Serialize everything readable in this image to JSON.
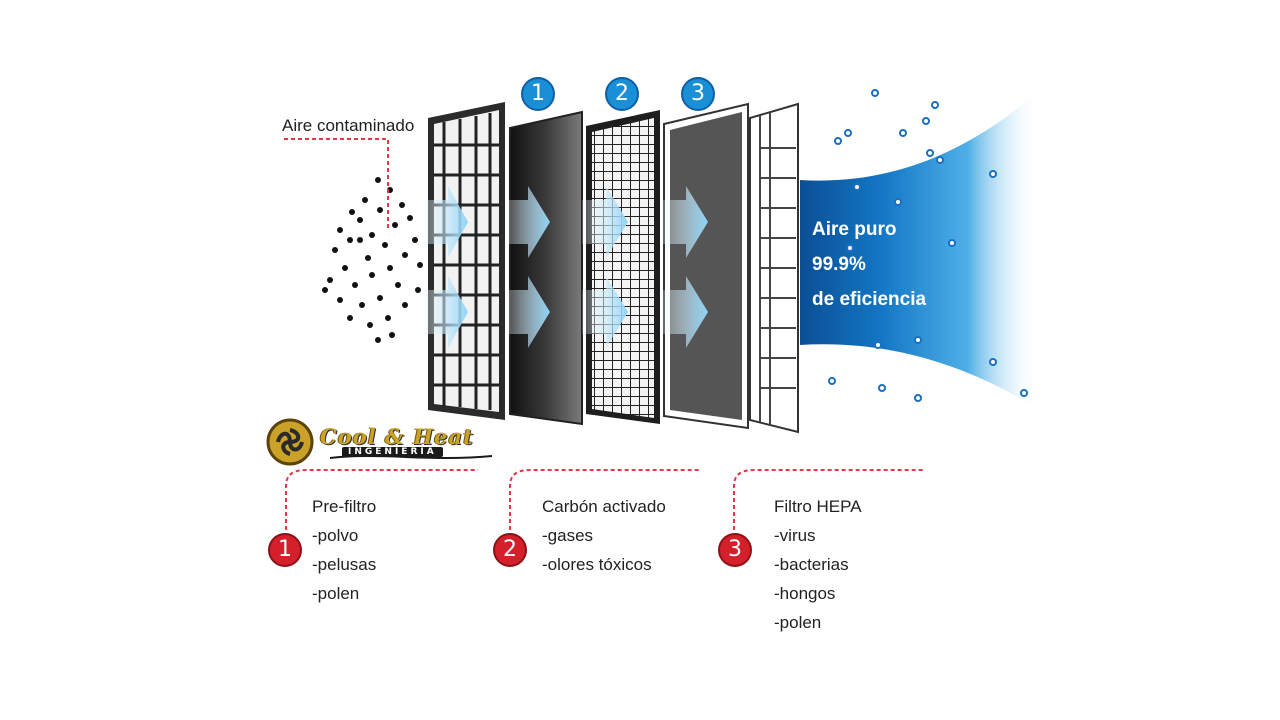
{
  "intro_label": "Aire contaminado",
  "top_badges": [
    "1",
    "2",
    "3"
  ],
  "pure_air": {
    "line1": "Aire puro",
    "line2": "99.9%",
    "line3": "de eficiencia"
  },
  "logo": {
    "name": "Cool & Heat",
    "sub": "INGENIERIA"
  },
  "stages": [
    {
      "number": "1",
      "title": "Pre-filtro",
      "items": [
        "-polvo",
        "-pelusas",
        "-polen"
      ]
    },
    {
      "number": "2",
      "title": "Carbón activado",
      "items": [
        "-gases",
        "-olores tóxicos"
      ]
    },
    {
      "number": "3",
      "title": "Filtro HEPA",
      "items": [
        "-virus",
        "-bacterias",
        "-hongos",
        "-polen"
      ]
    }
  ],
  "colors": {
    "badge_blue": "#1a8fd6",
    "badge_red": "#d3202a",
    "airflow_dark": "#0d5fa8",
    "airflow_light": "#8fd0f2",
    "leader_line": "#e0394a"
  }
}
